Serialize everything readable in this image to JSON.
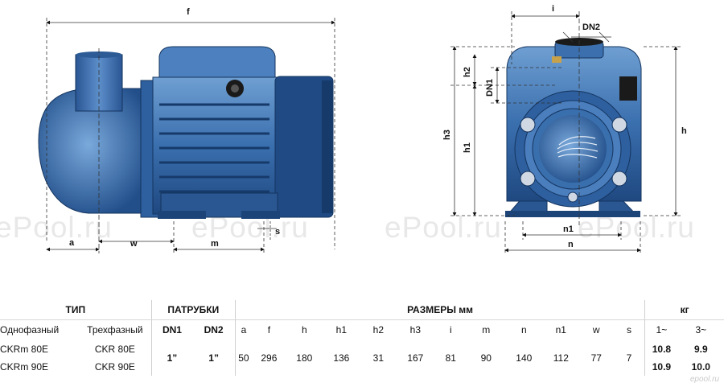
{
  "watermark": "ePool.ru",
  "corner_logo": "epool.ru",
  "dimensions": {
    "f": "f",
    "a": "a",
    "w": "w",
    "m": "m",
    "s": "s",
    "i": "i",
    "dn2": "DN2",
    "dn1": "DN1",
    "h": "h",
    "h1": "h1",
    "h2": "h2",
    "h3": "h3",
    "n": "n",
    "n1": "n1"
  },
  "table": {
    "groups": {
      "type": "ТИП",
      "ports": "ПАТРУБКИ",
      "sizes": "РАЗМЕРЫ мм",
      "weight": "кг"
    },
    "subheaders": {
      "single_phase": "Однофазный",
      "three_phase": "Трехфазный",
      "dn1": "DN1",
      "dn2": "DN2",
      "dims": [
        "a",
        "f",
        "h",
        "h1",
        "h2",
        "h3",
        "i",
        "m",
        "n",
        "n1",
        "w",
        "s"
      ],
      "weights": [
        "1~",
        "3~"
      ]
    },
    "rows": [
      {
        "single": "CKRm 80E",
        "three": "CKR 80E",
        "dn1": "1”",
        "dn2": "1”",
        "dims": [
          "50",
          "296",
          "180",
          "136",
          "31",
          "167",
          "81",
          "90",
          "140",
          "112",
          "77",
          "7"
        ],
        "w1": "10.8",
        "w3": "9.9"
      },
      {
        "single": "CKRm 90E",
        "three": "CKR 90E",
        "w1": "10.9",
        "w3": "10.0"
      }
    ]
  }
}
